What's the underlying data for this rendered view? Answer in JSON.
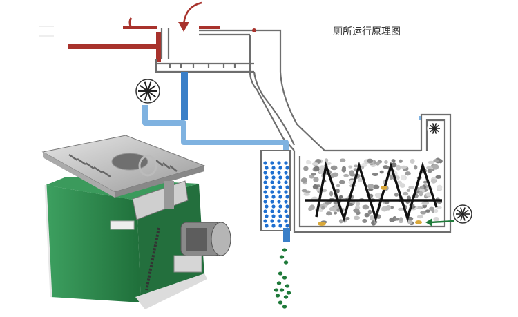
{
  "diagram": {
    "title": "厕所运行原理图"
  },
  "colors": {
    "pipe_outline": "#6e6e6e",
    "pipe_fill": "#ffffff",
    "inlet_red": "#a8322c",
    "water_blue": "#7fb2e0",
    "water_dark": "#3a7fc8",
    "dots_blue": "#1e6fd0",
    "pellets_green": "#1f7a3a",
    "auger_black": "#111111",
    "body_green": "#2f8f4f",
    "steel": "#c9c9c9"
  },
  "icons": [
    "fan-icon-left",
    "fan-icon-right-top",
    "fan-icon-right-bottom",
    "down-arrow-icon",
    "air-arrow-icon"
  ]
}
